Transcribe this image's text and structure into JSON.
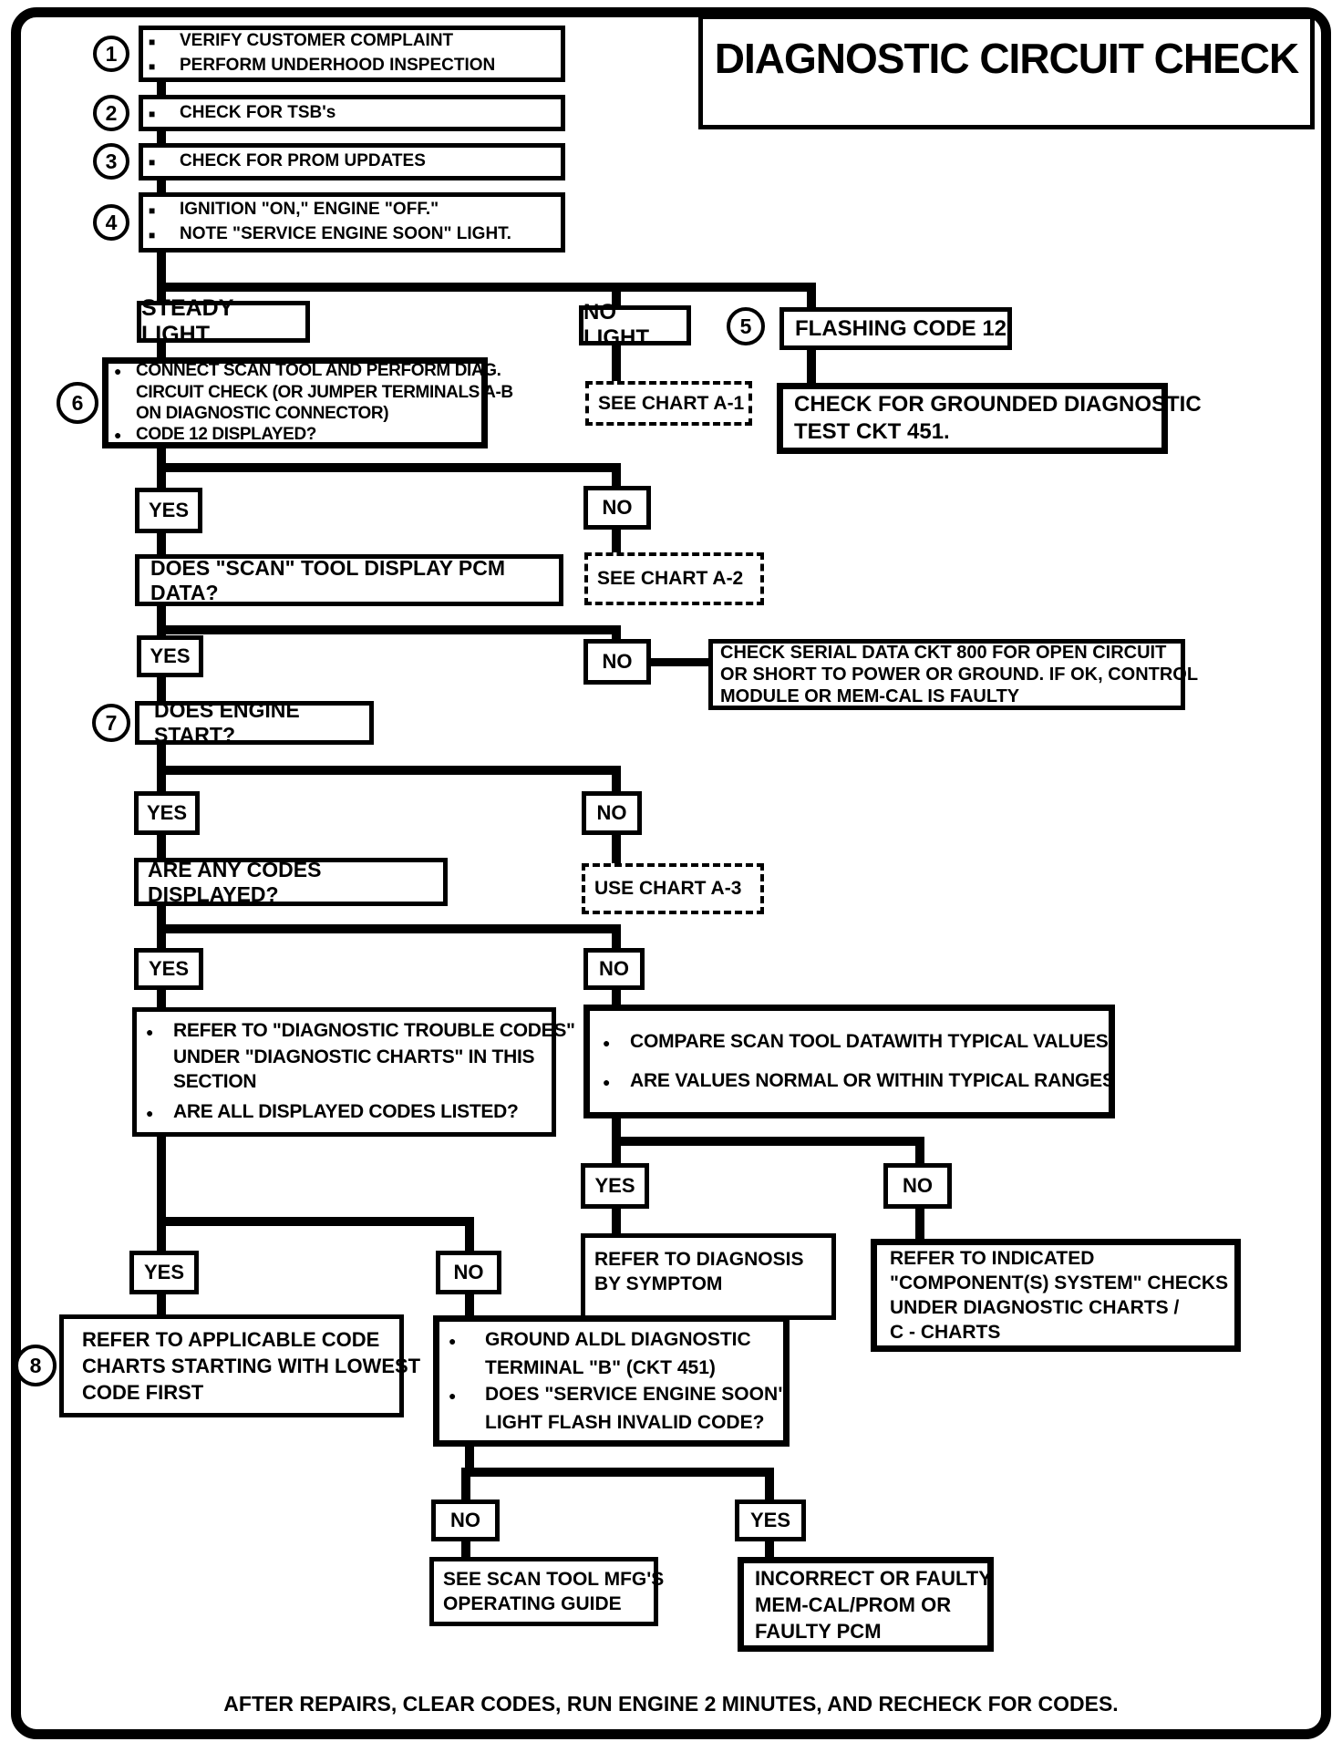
{
  "title": "DIAGNOSTIC CIRCUIT CHECK",
  "footer": "AFTER REPAIRS, CLEAR CODES, RUN ENGINE 2 MINUTES, AND RECHECK FOR CODES.",
  "labels": {
    "yes": "YES",
    "no": "NO"
  },
  "glyphs": {
    "dot": "●",
    "sq": "■"
  },
  "circles": {
    "c1": "1",
    "c2": "2",
    "c3": "3",
    "c4": "4",
    "c5": "5",
    "c6": "6",
    "c7": "7",
    "c8": "8"
  },
  "steps": {
    "s1": [
      "VERIFY CUSTOMER COMPLAINT",
      "PERFORM UNDERHOOD INSPECTION"
    ],
    "s2": [
      "CHECK FOR TSB's"
    ],
    "s3": [
      "CHECK FOR PROM UPDATES"
    ],
    "s4": [
      "IGNITION \"ON,\" ENGINE \"OFF.\"",
      "NOTE \"SERVICE ENGINE SOON\" LIGHT."
    ]
  },
  "nodes": {
    "steady": "STEADY LIGHT",
    "no_light": "NO LIGHT",
    "flashing": "FLASHING CODE 12",
    "connect": [
      "CONNECT SCAN TOOL AND PERFORM DIAG.",
      "CIRCUIT CHECK (OR JUMPER TERMINALS A-B",
      "ON DIAGNOSTIC CONNECTOR)",
      "CODE 12 DISPLAYED?"
    ],
    "chart_a1": "SEE CHART A-1",
    "grounded": [
      "CHECK FOR GROUNDED DIAGNOSTIC",
      "TEST CKT 451."
    ],
    "pcm_q": "DOES \"SCAN\" TOOL DISPLAY PCM DATA?",
    "chart_a2": "SEE CHART A-2",
    "serial": [
      "CHECK SERIAL DATA CKT 800 FOR OPEN CIRCUIT",
      "OR SHORT TO POWER OR GROUND. IF OK, CONTROL",
      "MODULE OR MEM-CAL IS FAULTY"
    ],
    "engine_q": "DOES ENGINE START?",
    "codes_q": "ARE ANY CODES DISPLAYED?",
    "chart_a3": "USE CHART A-3",
    "dtc": [
      "REFER TO \"DIAGNOSTIC TROUBLE CODES\"",
      "UNDER \"DIAGNOSTIC CHARTS\" IN THIS",
      "SECTION",
      "ARE ALL DISPLAYED CODES LISTED?"
    ],
    "compare": [
      "COMPARE SCAN TOOL DATAWITH TYPICAL VALUES",
      "ARE VALUES NORMAL OR WITHIN TYPICAL RANGES"
    ],
    "symptom": [
      "REFER TO DIAGNOSIS",
      "BY SYMPTOM"
    ],
    "indicated": [
      "REFER TO INDICATED",
      "\"COMPONENT(S) SYSTEM\" CHECKS",
      "UNDER DIAGNOSTIC CHARTS /",
      "C - CHARTS"
    ],
    "applicable": [
      "REFER TO APPLICABLE CODE",
      "CHARTS STARTING WITH LOWEST",
      "CODE FIRST"
    ],
    "ground_aldl": [
      "GROUND ALDL DIAGNOSTIC",
      "TERMINAL \"B\" (CKT 451)",
      "DOES \"SERVICE ENGINE SOON\"",
      "LIGHT FLASH INVALID CODE?"
    ],
    "scan_guide": [
      "SEE SCAN TOOL MFG'S",
      "OPERATING GUIDE"
    ],
    "incorrect": [
      "INCORRECT OR FAULTY",
      "MEM-CAL/PROM OR",
      "FAULTY PCM"
    ]
  }
}
